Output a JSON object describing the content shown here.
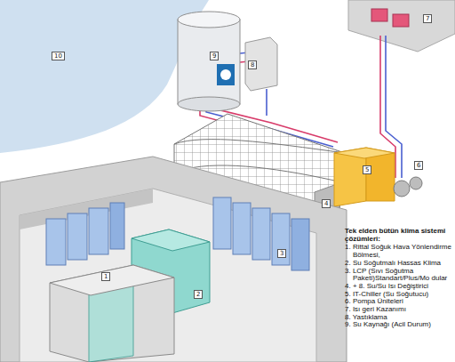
{
  "diagram": {
    "labels": [
      "10",
      "9",
      "8",
      "7",
      "6",
      "5",
      "4",
      "3",
      "2",
      "1",
      "Tek elden bütün klima sistemi çözümleri:",
      "1. Rittal Soğuk Hava Yönlendirme Bölmesi,",
      "2. Su Soğutmalı Hassas Klima",
      "3. LCP (Sıvı Soğutma Paketi)Standart/Plus/Mo dular",
      "4. + 8. Su/Su Isı Değiştirici",
      "5. IT-Chiller (Su Soğutucu)",
      "6. Pompa Üniteleri",
      "7. Isı geri Kazanımı",
      "8. Yastıklama",
      "9. Su Kaynağı (Acil Durum)"
    ]
  }
}
